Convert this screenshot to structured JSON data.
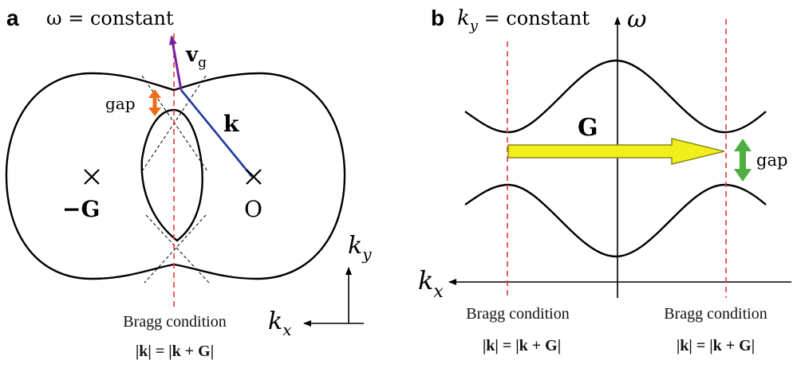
{
  "panel_a": {
    "label": "a",
    "title": "ω = constant",
    "vg_label": "v",
    "vg_sub": "g",
    "k_label": "k",
    "gap_label": "gap",
    "neg_g_label": "−G",
    "origin_label": "O",
    "ky_label": "k",
    "ky_sub": "y",
    "kx_label": "k",
    "kx_sub": "x",
    "bragg_label": "Bragg condition",
    "bragg_eq": "|k| = |k + G|"
  },
  "panel_b": {
    "label": "b",
    "title": "k",
    "title_sub": "y",
    "title_rest": " = constant",
    "omega_label": "ω",
    "g_label": "G",
    "gap_label": "gap",
    "kx_label": "k",
    "kx_sub": "x",
    "bragg_left_label": "Bragg condition",
    "bragg_left_eq": "|k| = |k + G|",
    "bragg_right_label": "Bragg condition",
    "bragg_right_eq": "|k| = |k + G|"
  },
  "colors": {
    "bragg_line": "#e53935",
    "vg_arrow": "#7b1fa2",
    "k_arrow": "#1e3a9e",
    "gap_arrow_a": "#ef6c1a",
    "gap_arrow_b": "#4caf3f",
    "g_arrow_fill": "#f2ee1c",
    "g_arrow_stroke": "#8a8a1a"
  }
}
